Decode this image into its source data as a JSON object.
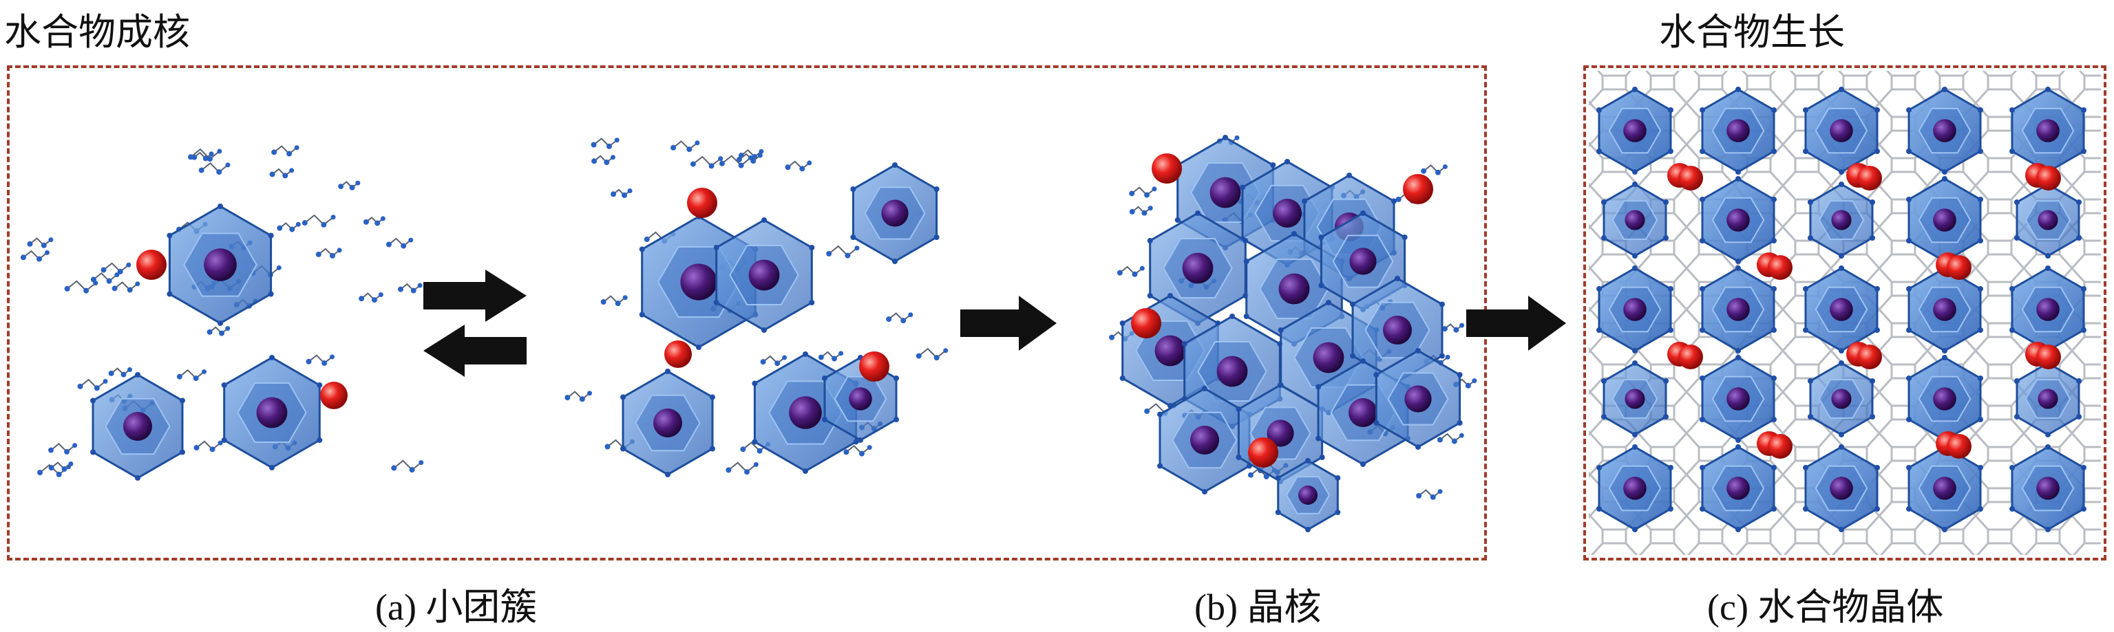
{
  "headings": {
    "nucleation": "水合物成核",
    "growth": "水合物生长"
  },
  "captions": {
    "a": "(a) 小团簇",
    "b": "(b) 晶核",
    "c": "(c) 水合物晶体"
  },
  "colors": {
    "frame": "#a23b2a",
    "cage": "#4a7fcf",
    "cage_edge": "#1e4e9c",
    "guest": "#4b1a7a",
    "red_molecule": "#e8201c",
    "arrow": "#111111"
  },
  "icons": [
    "right-arrow-icon",
    "left-arrow-icon",
    "water-molecule-icon",
    "hydrate-cage-icon",
    "guest-molecule-icon"
  ]
}
